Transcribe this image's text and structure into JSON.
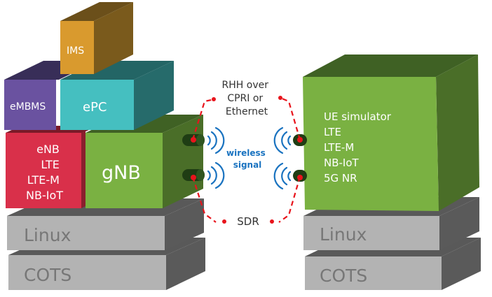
{
  "left_stack": {
    "ims": "IMS",
    "embms": "eMBMS",
    "epc": "ePC",
    "enb_lines": [
      "eNB",
      "LTE",
      "LTE-M",
      "NB-IoT"
    ],
    "gnb": "gNB",
    "linux": "Linux",
    "cots": "COTS"
  },
  "right_stack": {
    "ue_lines": [
      "UE simulator",
      "LTE",
      "LTE-M",
      "NB-IoT",
      "5G NR"
    ],
    "linux": "Linux",
    "cots": "COTS"
  },
  "middle": {
    "rhh_lines": [
      "RHH over",
      "CPRI or",
      "Ethernet"
    ],
    "wireless_lines": [
      "wireless",
      "signal"
    ],
    "sdr": "SDR"
  },
  "colors": {
    "ims": "#d99a2e",
    "embms": "#6a52a0",
    "epc": "#45bfc0",
    "enb": "#d9304a",
    "gnb": "#7ab142",
    "gray": "#b3b3b3",
    "link": "#e8141c",
    "wireless": "#1a73c0"
  }
}
